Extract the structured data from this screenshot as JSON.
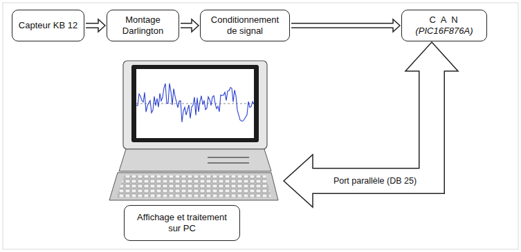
{
  "diagram": {
    "nodes": [
      {
        "text": [
          "Capteur KB 12"
        ]
      },
      {
        "text": [
          "Montage Darlington"
        ]
      },
      {
        "text": [
          "Conditionnement de signal"
        ]
      },
      {
        "text": [
          "C A N",
          "(PIC16F876A)"
        ]
      },
      {
        "text": [
          "Affichage et traitement sur PC"
        ]
      }
    ],
    "edges": [
      {
        "from": 0,
        "to": 1,
        "arrow": "to"
      },
      {
        "from": 1,
        "to": 2,
        "arrow": "to"
      },
      {
        "from": 2,
        "to": 3,
        "arrow": "to"
      },
      {
        "from": 3,
        "to": 4,
        "label": "Port parallèle (DB 25)",
        "arrow": "both"
      }
    ]
  }
}
